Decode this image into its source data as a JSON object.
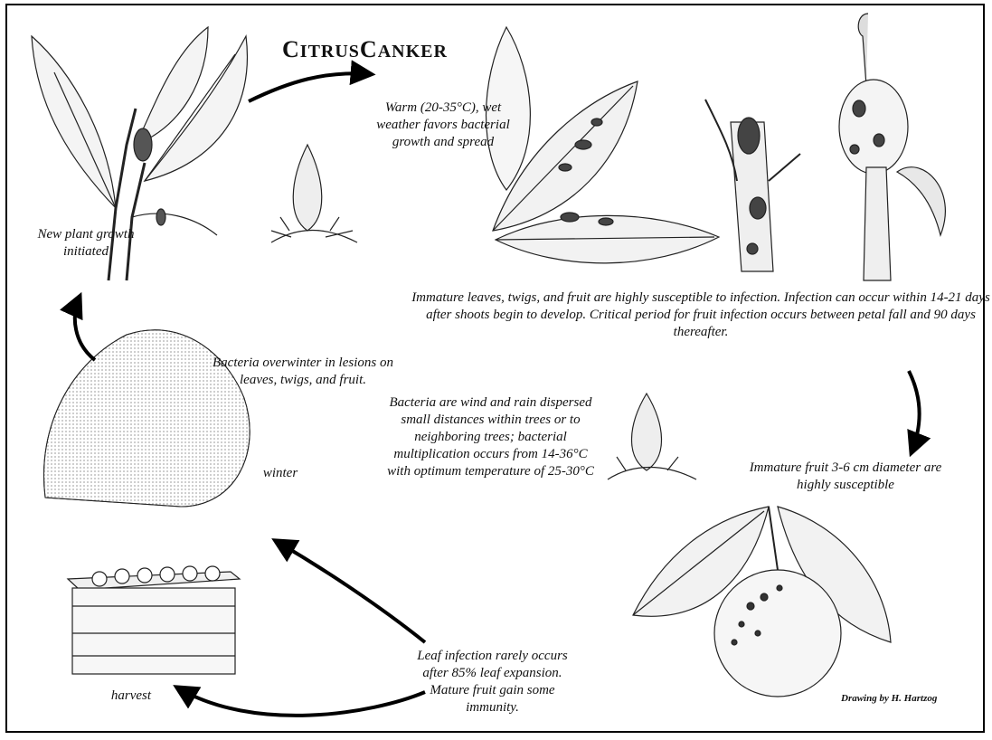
{
  "title": {
    "c1": "C",
    "rest1": "ITRUS",
    "c2": "C",
    "rest2": "ANKER"
  },
  "captions": {
    "new_growth": "New plant growth initiated",
    "warm_weather": "Warm (20-35°C), wet weather favors bacterial growth and spread",
    "immature_tissue": "Immature leaves, twigs, and fruit are highly susceptible to infection. Infection can occur within 14-21 days after shoots begin to develop. Critical period for fruit infection occurs between petal fall and 90 days thereafter.",
    "overwinter": "Bacteria overwinter in lesions on leaves, twigs, and fruit.",
    "winter": "winter",
    "wind_rain": "Bacteria are wind and rain dispersed small distances within trees or to neighboring trees; bacterial multiplication occurs from 14-36°C with optimum temperature of 25-30°C",
    "immature_fruit": "Immature fruit 3-6 cm diameter are highly susceptible",
    "leaf_infection": "Leaf infection rarely occurs after 85% leaf expansion. Mature fruit gain some immunity.",
    "harvest": "harvest"
  },
  "credit": "Drawing by H. Hartzog"
}
